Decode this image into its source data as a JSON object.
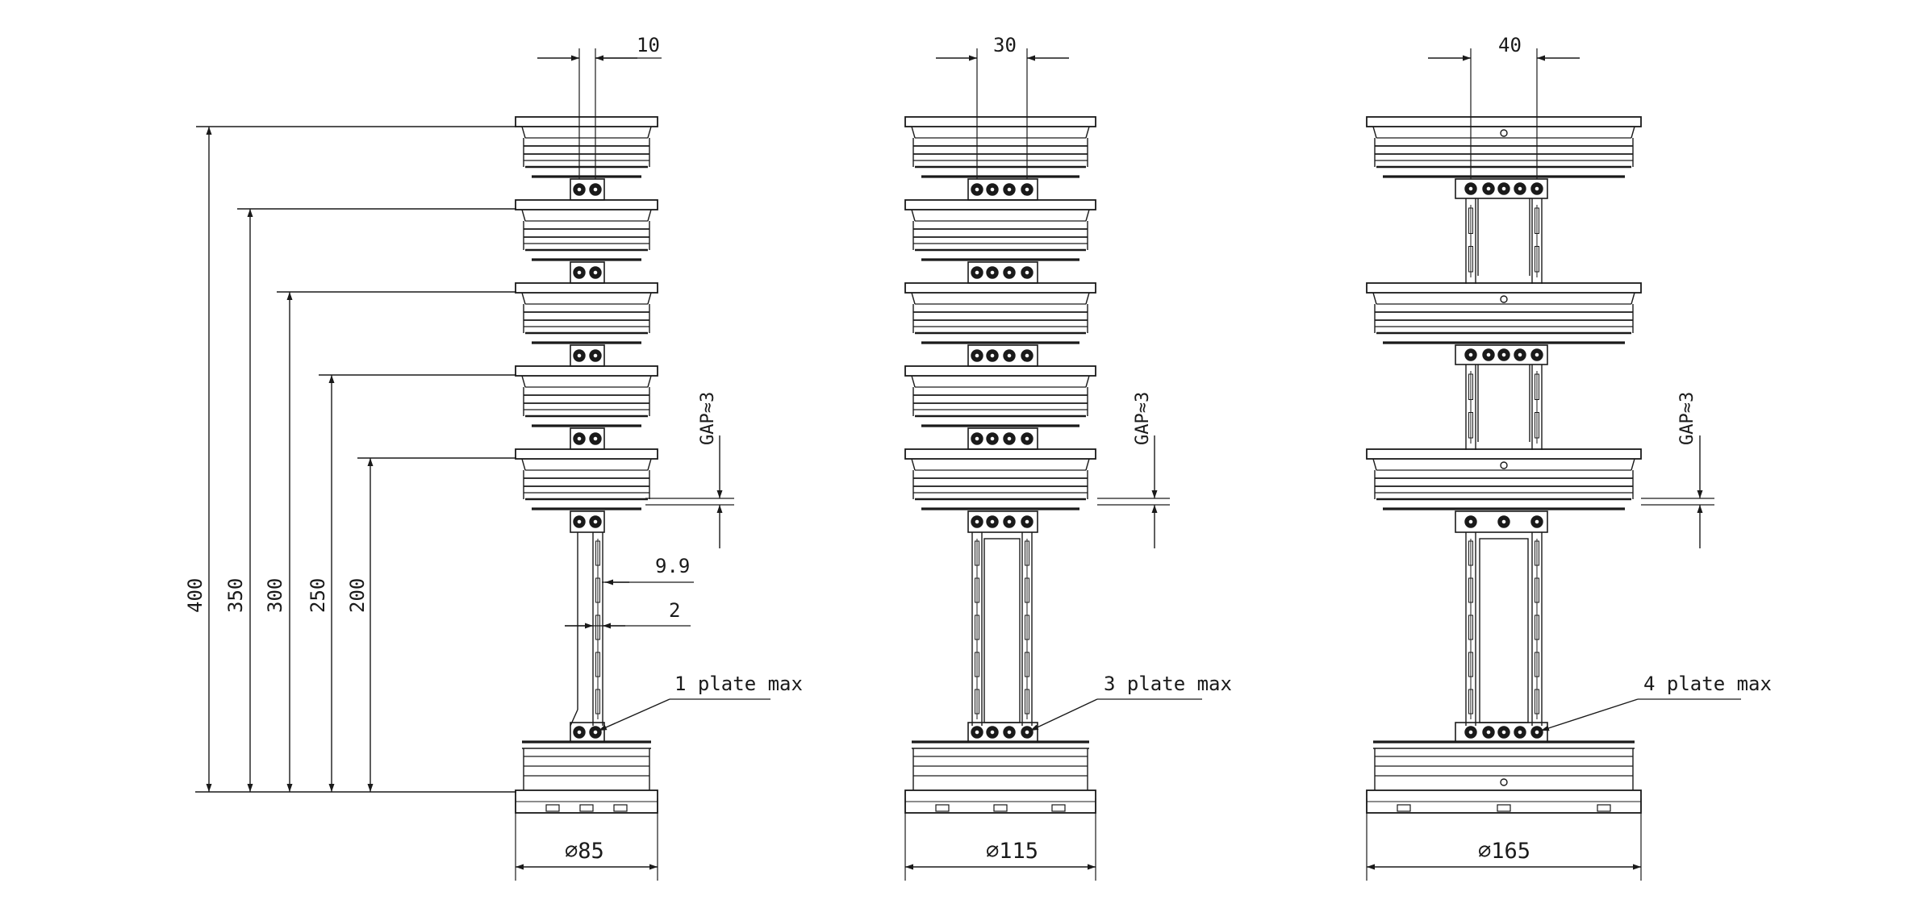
{
  "colors": {
    "line": "#1a1a1a",
    "background": "#ffffff"
  },
  "height_dimensions": [
    "400",
    "350",
    "300",
    "250",
    "200"
  ],
  "gap_label": "GAP≈3",
  "bracket_dimensions": {
    "length": "9.9",
    "thickness": "2"
  },
  "columns": [
    {
      "top_spacing": "10",
      "plate_note": "1 plate max",
      "diameter": "85",
      "diameter_label": "∅85",
      "stage_count": 5
    },
    {
      "top_spacing": "30",
      "plate_note": "3 plate max",
      "diameter": "115",
      "diameter_label": "∅115",
      "stage_count": 5
    },
    {
      "top_spacing": "40",
      "plate_note": "4 plate max",
      "diameter": "165",
      "diameter_label": "∅165",
      "stage_count": 3
    }
  ]
}
